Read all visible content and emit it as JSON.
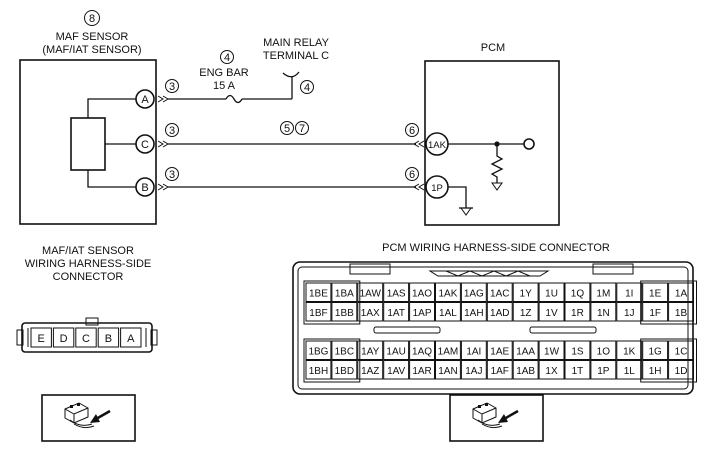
{
  "maf": {
    "ref": "8",
    "title_line1": "MAF SENSOR",
    "title_line2": "(MAF/IAT SENSOR)",
    "terminals": [
      {
        "label": "A",
        "ref": "3"
      },
      {
        "label": "C",
        "ref": "3"
      },
      {
        "label": "B",
        "ref": "3"
      }
    ]
  },
  "fuse": {
    "ref": "4",
    "line1": "ENG BAR",
    "line2": "15 A"
  },
  "relay": {
    "line1": "MAIN RELAY",
    "line2": "TERMINAL C",
    "ref": "4"
  },
  "wire_refs": {
    "a": "5",
    "b": "7"
  },
  "pcm": {
    "title": "PCM",
    "terminals": [
      {
        "label": "1AK",
        "ref": "6"
      },
      {
        "label": "1P",
        "ref": "6"
      }
    ]
  },
  "maf_connector": {
    "caption_line1": "MAF/IAT SENSOR",
    "caption_line2": "WIRING HARNESS-SIDE",
    "caption_line3": "CONNECTOR",
    "pins": [
      "E",
      "D",
      "C",
      "B",
      "A"
    ]
  },
  "pcm_connector": {
    "caption": "PCM WIRING HARNESS-SIDE CONNECTOR",
    "upper_rows": [
      [
        "1BE",
        "1BA",
        "1AW",
        "1AS",
        "1AO",
        "1AK",
        "1AG",
        "1AC",
        "1Y",
        "1U",
        "1Q",
        "1M",
        "1I",
        "1E",
        "1A"
      ],
      [
        "1BF",
        "1BB",
        "1AX",
        "1AT",
        "1AP",
        "1AL",
        "1AH",
        "1AD",
        "1Z",
        "1V",
        "1R",
        "1N",
        "1J",
        "1F",
        "1B"
      ]
    ],
    "lower_rows": [
      [
        "1BG",
        "1BC",
        "1AY",
        "1AU",
        "1AQ",
        "1AM",
        "1AI",
        "1AE",
        "1AA",
        "1W",
        "1S",
        "1O",
        "1K",
        "1G",
        "1C"
      ],
      [
        "1BH",
        "1BD",
        "1AZ",
        "1AV",
        "1AR",
        "1AN",
        "1AJ",
        "1AF",
        "1AB",
        "1X",
        "1T",
        "1P",
        "1L",
        "1H",
        "1D"
      ]
    ]
  }
}
